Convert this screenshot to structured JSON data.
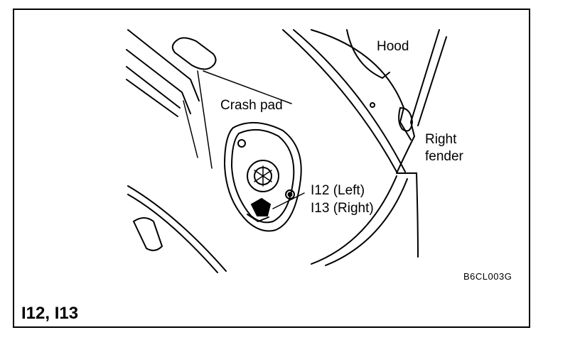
{
  "figure": {
    "labels": {
      "hood": "Hood",
      "crash_pad": "Crash pad",
      "right_fender_line1": "Right",
      "right_fender_line2": "fender",
      "i12": "I12 (Left)",
      "i13": "I13 (Right)"
    },
    "figure_code": "B6CL003G",
    "heading": "I12, I13"
  }
}
